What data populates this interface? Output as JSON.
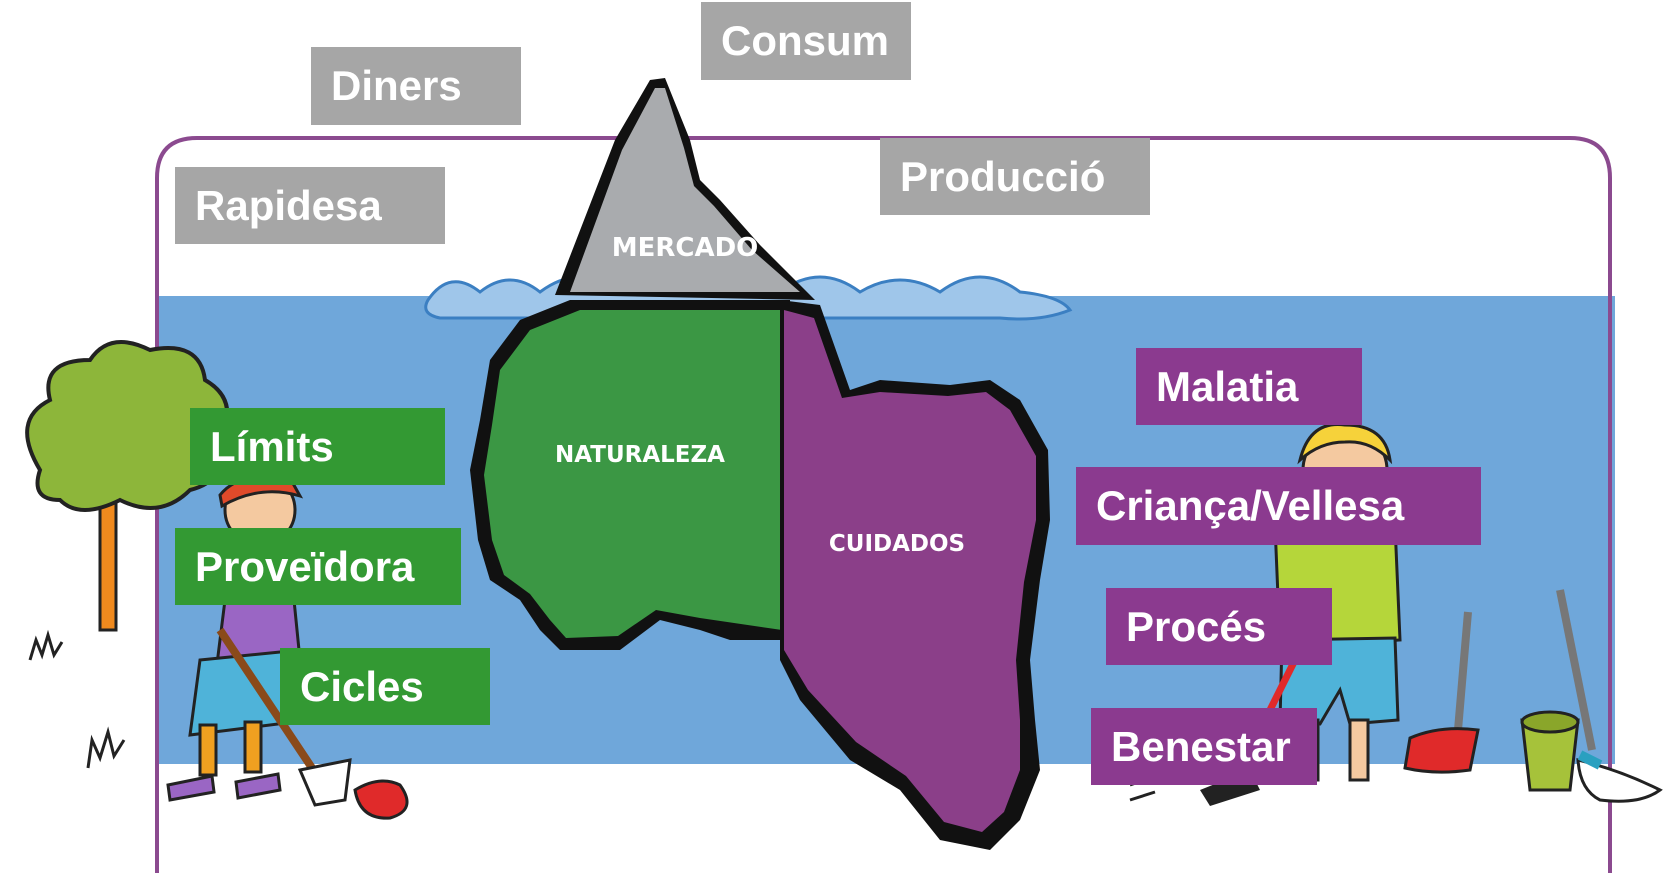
{
  "iceberg": {
    "top_label": "MERCADO",
    "left_label": "NATURALEZA",
    "right_label": "CUIDADOS"
  },
  "labels": {
    "market": [
      "Consum",
      "Diners",
      "Producció",
      "Rapidesa"
    ],
    "nature": [
      "Límits",
      "Proveïdora",
      "Cicles"
    ],
    "care": [
      "Malatia",
      "Criança/Vellesa",
      "Procés",
      "Benestar"
    ]
  },
  "colors": {
    "water": "#6fa7da",
    "market": "#a6a6a6",
    "nature": "#339933",
    "care": "#8b3a8f",
    "frame": "#8b4a8f"
  },
  "icons": [
    "tree-icon",
    "girl-sweeping-icon",
    "boy-icon",
    "broom-icon",
    "dustpan-icon",
    "bucket-mop-icon",
    "grass-icon"
  ]
}
